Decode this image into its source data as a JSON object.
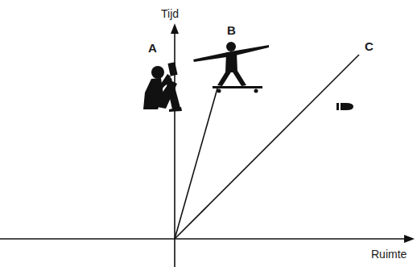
{
  "diagram": {
    "labels": [
      "Tijd",
      "A",
      "B",
      "C",
      "Ruimte"
    ]
  }
}
